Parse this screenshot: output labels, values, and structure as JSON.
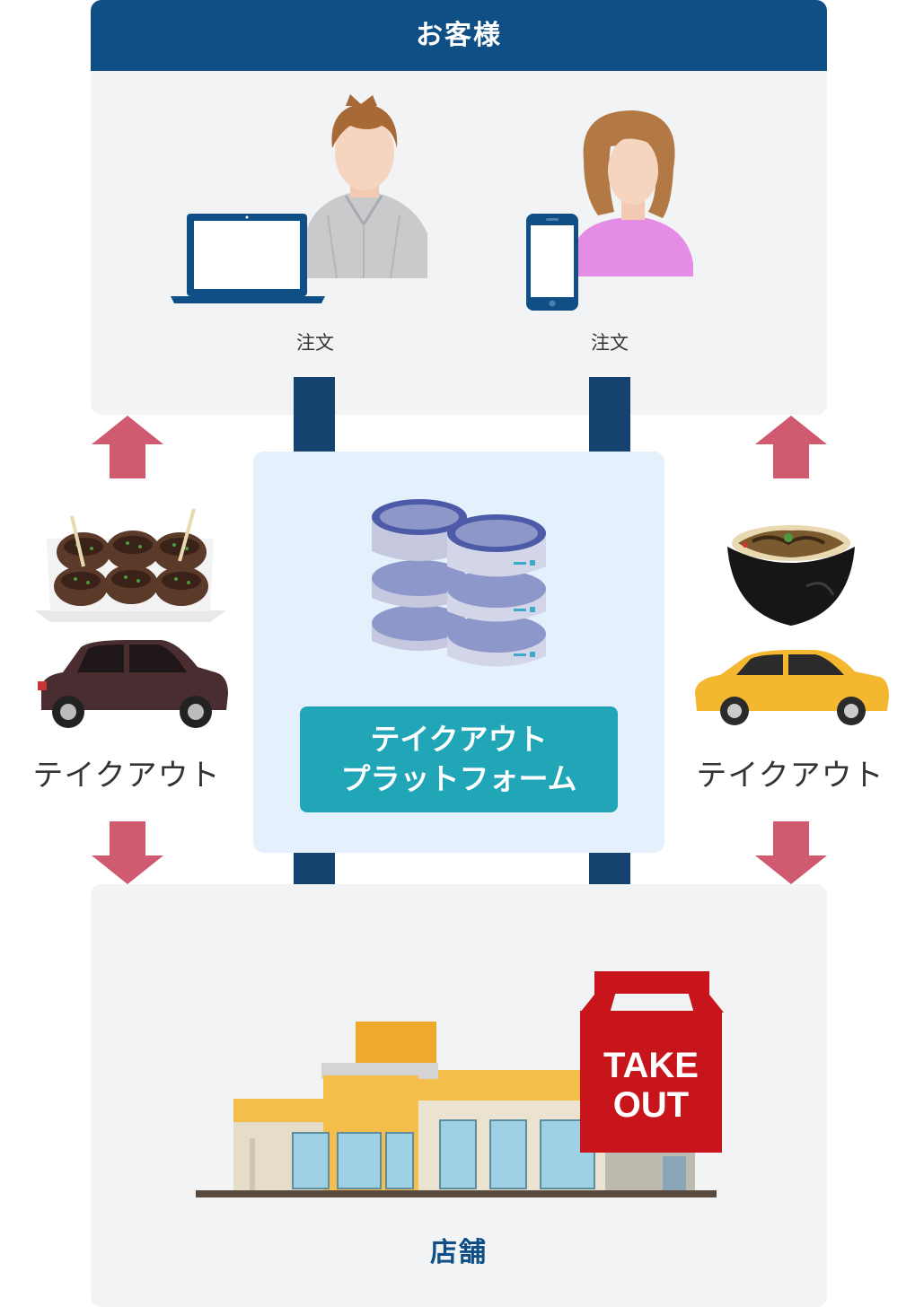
{
  "customer": {
    "header": "お客様",
    "order_left": "注文",
    "order_right": "注文"
  },
  "platform": {
    "line1": "テイクアウト",
    "line2": "プラットフォーム"
  },
  "side": {
    "left_label": "テイクアウト",
    "right_label": "テイクアウト"
  },
  "store": {
    "label": "店舗",
    "bag_line1": "TAKE",
    "bag_line2": "OUT"
  },
  "colors": {
    "navy": "#0f4f86",
    "arrow_navy": "#16426f",
    "pink_arrow": "#d05a70",
    "platform_teal": "#20a6b7",
    "panel_gray": "#f2f3f5",
    "platform_bg": "#e4f0fc",
    "bag_red": "#c8151c"
  },
  "icons": [
    "man-icon",
    "woman-icon",
    "laptop-icon",
    "smartphone-icon",
    "server-icon",
    "takoyaki-icon",
    "dark-car-icon",
    "gyudon-icon",
    "yellow-taxi-icon",
    "store-building-icon",
    "takeout-bag-icon"
  ]
}
